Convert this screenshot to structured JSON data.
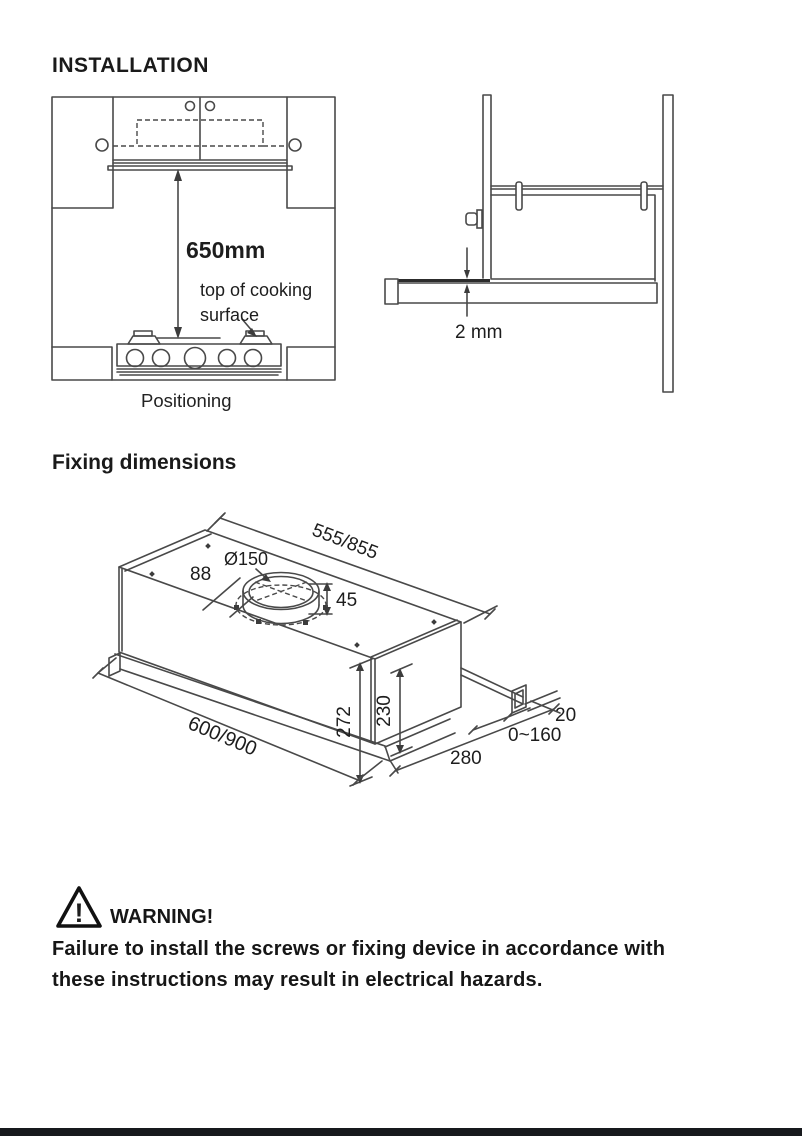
{
  "headings": {
    "installation": "INSTALLATION",
    "fixing_dimensions": "Fixing dimensions"
  },
  "positioning": {
    "caption": "Positioning",
    "clearance_label": "650mm",
    "surface_label_line1": "top of cooking",
    "surface_label_line2": "surface"
  },
  "side_view": {
    "gap_label": "2 mm"
  },
  "fixing": {
    "duct_diameter": "Ø150",
    "duct_offset": "88",
    "collar_height": "45",
    "top_length": "555/855",
    "overall_height": "272",
    "body_height": "230",
    "overall_length": "600/900",
    "depth": "280",
    "visor_extension": "0~160",
    "rail_thickness": "20"
  },
  "warning": {
    "exclamation": "!",
    "title": "WARNING!",
    "line1": "Failure to install the screws or fixing device in accordance with",
    "line2": "these instructions may result in electrical hazards."
  },
  "colors": {
    "line": "#494949",
    "text": "#1d1d1d",
    "footer_bar": "#17191d"
  }
}
